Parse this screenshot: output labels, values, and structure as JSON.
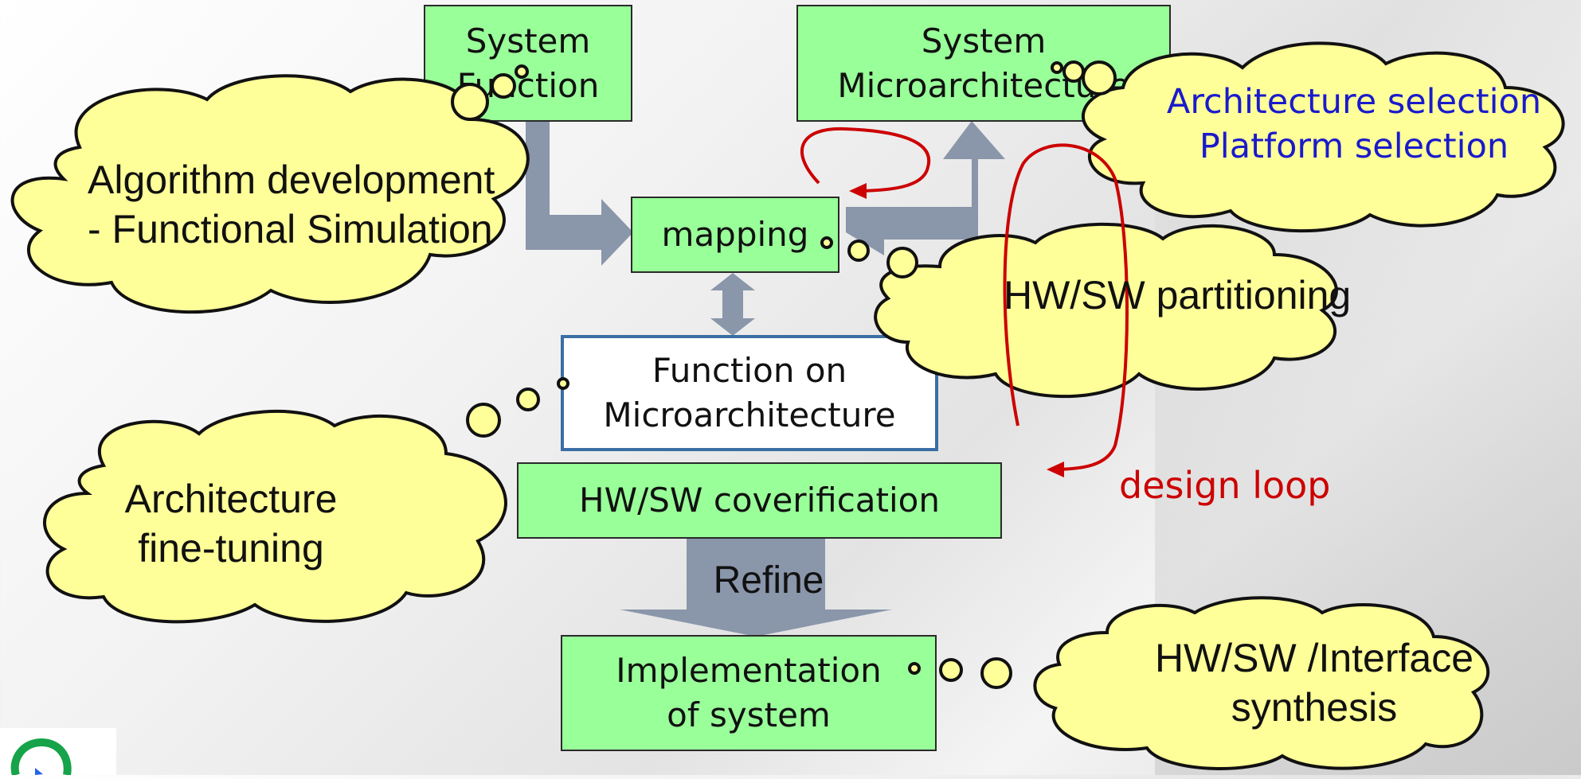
{
  "boxes": {
    "system_function": [
      "System",
      "Function"
    ],
    "system_microarchitecture": [
      "System",
      "Microarchitecture"
    ],
    "mapping": "mapping",
    "function_on_microarchitecture": [
      "Function on",
      "Microarchitecture"
    ],
    "hw_sw_coverification": "HW/SW coverification",
    "implementation": [
      "Implementation",
      "of system"
    ]
  },
  "clouds": {
    "algorithm_development": [
      "Algorithm development",
      "- Functional Simulation"
    ],
    "architecture_selection": [
      "Architecture selection",
      "Platform selection"
    ],
    "hw_sw_partitioning": "HW/SW partitioning",
    "architecture_fine_tuning": [
      "Architecture",
      "fine-tuning"
    ],
    "interface_synthesis": [
      "HW/SW /Interface",
      "synthesis"
    ]
  },
  "labels": {
    "design_loop": "design loop",
    "refine": "Refine"
  },
  "colors": {
    "box_fill": "#99ff99",
    "cloud_fill": "#ffff99",
    "arrow_gray": "#8a96aa",
    "loop_red": "#cc0000",
    "blue_text": "#1a1acc",
    "outline_blue": "#3a6ea5"
  }
}
